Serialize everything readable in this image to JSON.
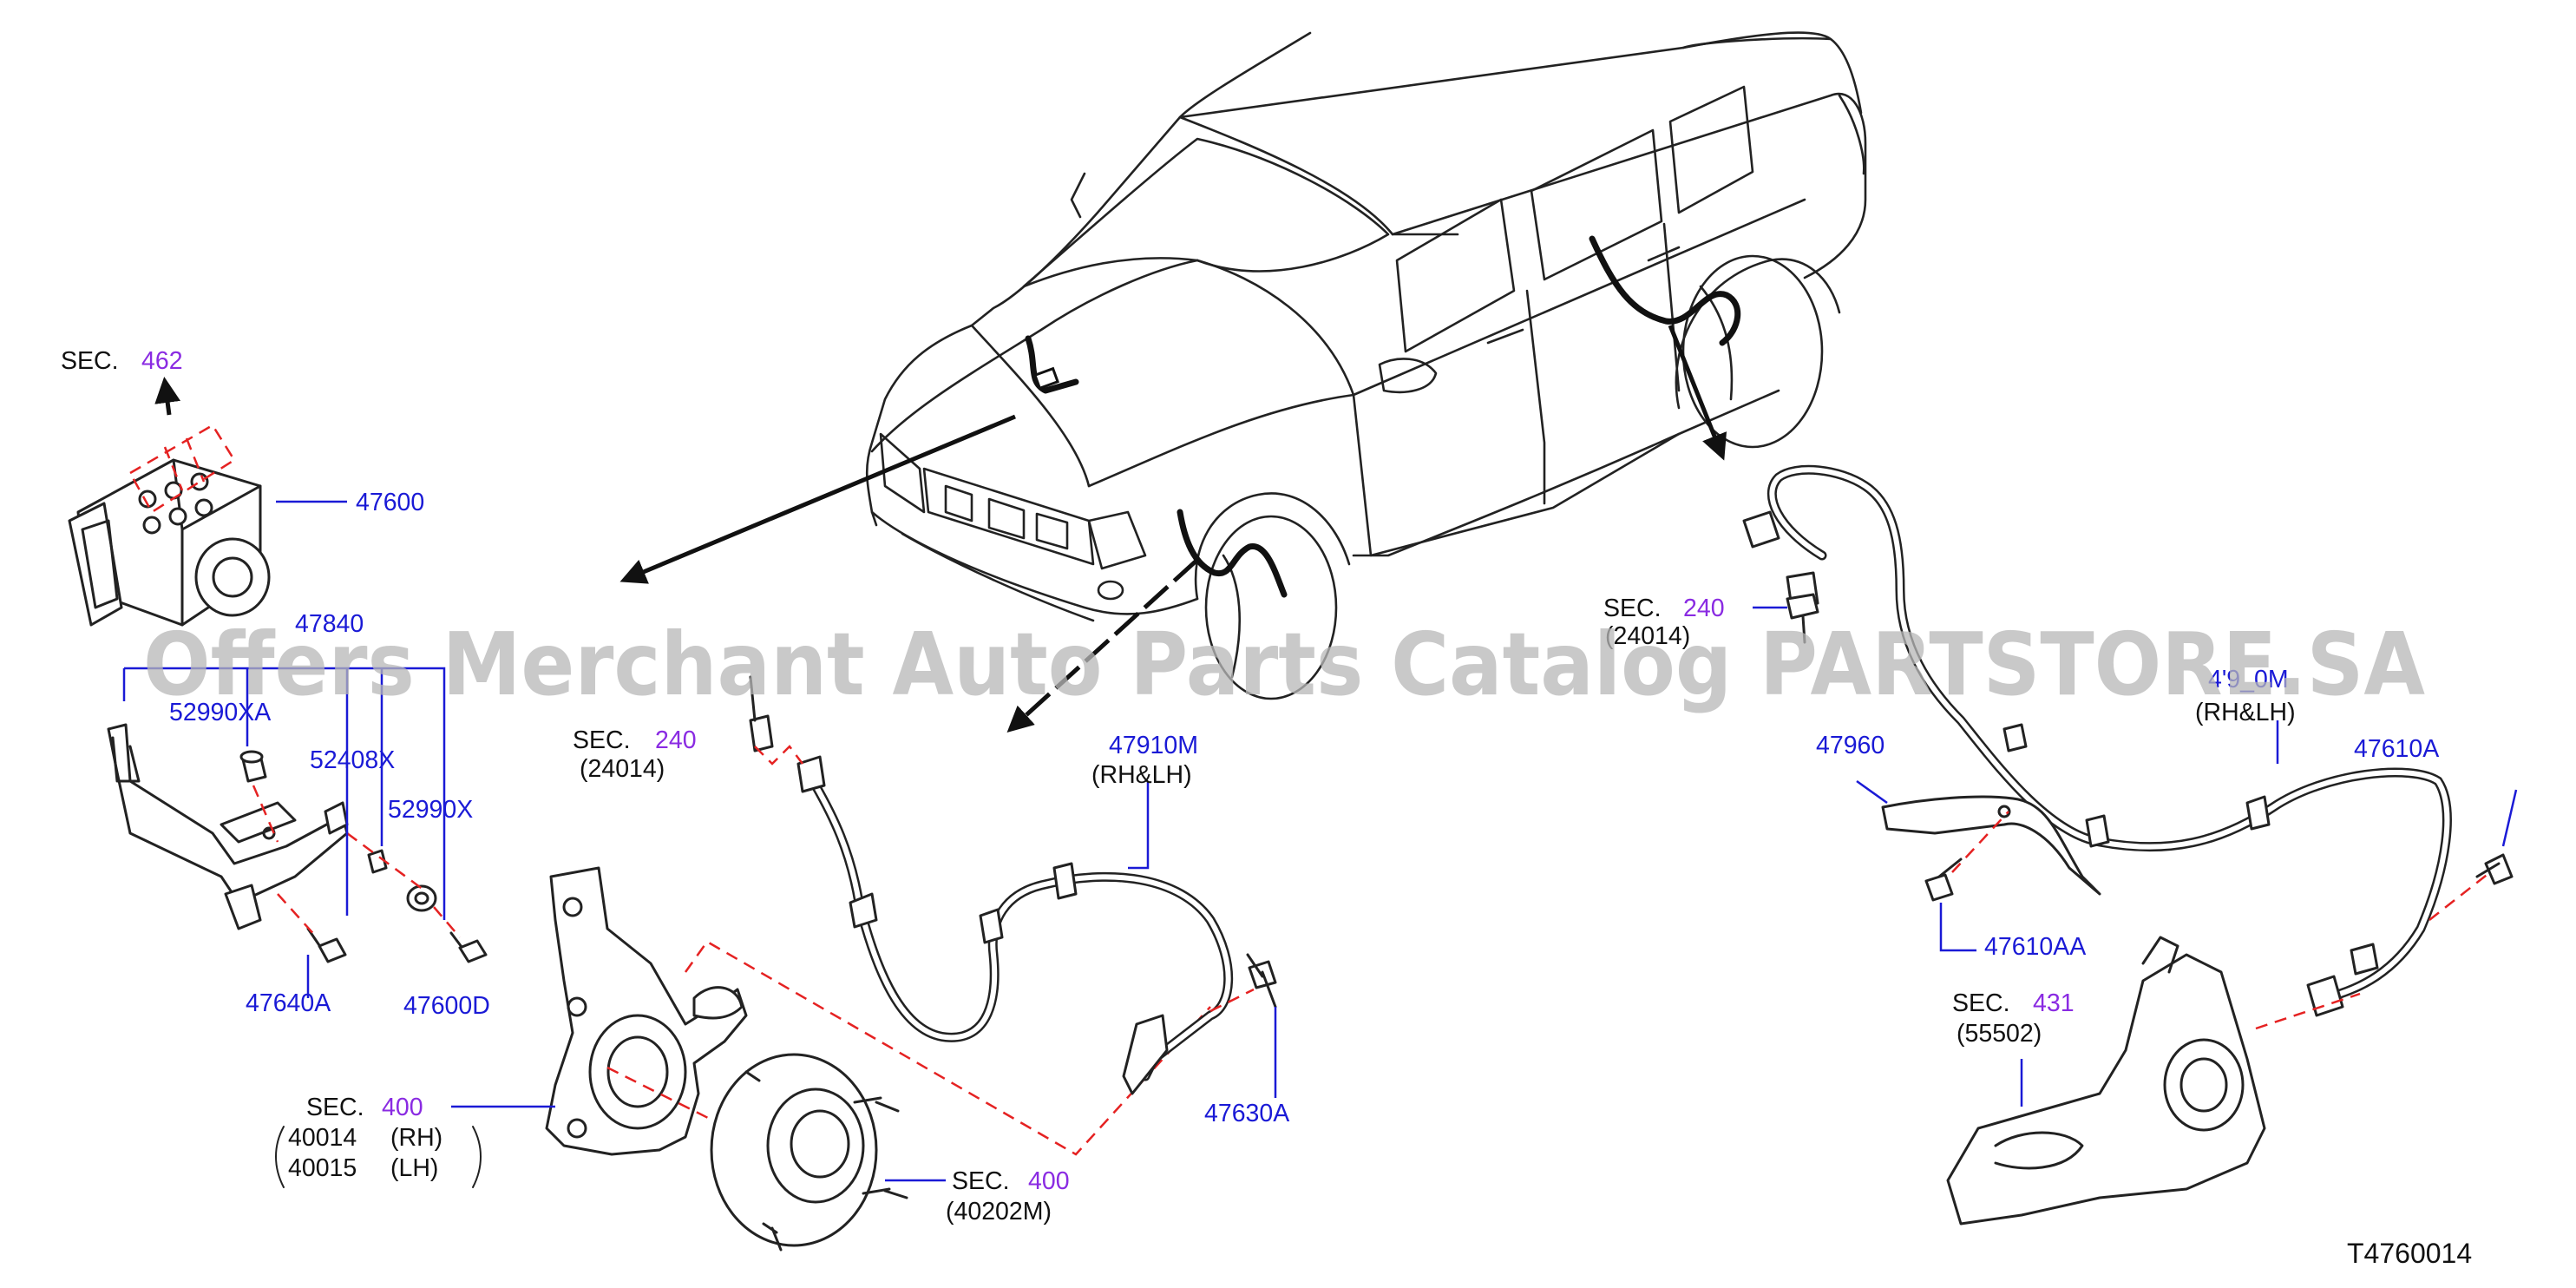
{
  "watermark": "Offers Merchant Auto Parts Catalog PARTSTORE.SA",
  "diagram_code": "T4760014",
  "sec_prefix": "SEC.",
  "sections": {
    "sec_462": "462",
    "sec_240_center": "240",
    "sec_240_center_sub": "(24014)",
    "sec_240_right": "240",
    "sec_240_right_sub": "(24014)",
    "sec_400_knuckle": "400",
    "sec_400_knuckle_sub1": "40014",
    "sec_400_knuckle_sub1_side": "(RH)",
    "sec_400_knuckle_sub2": "40015",
    "sec_400_knuckle_sub2_side": "(LH)",
    "sec_400_hub": "400",
    "sec_400_hub_sub": "(40202M)",
    "sec_431": "431",
    "sec_431_sub": "(55502)"
  },
  "parts": {
    "p47600": "47600",
    "p47840": "47840",
    "p52990XA": "52990XA",
    "p52408X": "52408X",
    "p52990X": "52990X",
    "p47640A": "47640A",
    "p47600D": "47600D",
    "p47910M": "47910M",
    "p47910M_side": "(RH&LH)",
    "p47630A": "47630A",
    "p47960": "47960",
    "p47610AA": "47610AA",
    "p47610A": "47610A",
    "p479_0M": "4'9_0M",
    "p479_0M_side": "(RH&LH)"
  },
  "colors": {
    "part_number": "#1a1ad6",
    "section_number": "#8a2be2",
    "text": "#111111",
    "dashed_line": "#e52222",
    "watermark": "#b8b8b8"
  }
}
